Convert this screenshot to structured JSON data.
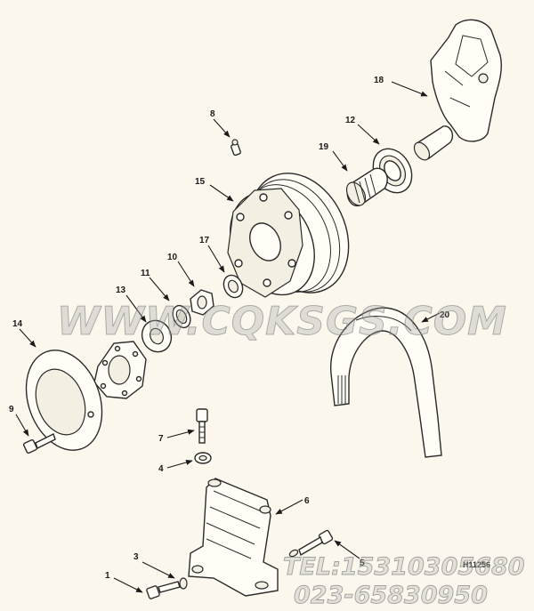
{
  "diagram": {
    "callouts": [
      {
        "id": "c18",
        "text": "18"
      },
      {
        "id": "c12",
        "text": "12"
      },
      {
        "id": "c19",
        "text": "19"
      },
      {
        "id": "c8",
        "text": "8"
      },
      {
        "id": "c15",
        "text": "15"
      },
      {
        "id": "c17",
        "text": "17"
      },
      {
        "id": "c10",
        "text": "10"
      },
      {
        "id": "c11",
        "text": "11"
      },
      {
        "id": "c13",
        "text": "13"
      },
      {
        "id": "c14",
        "text": "14"
      },
      {
        "id": "c20",
        "text": "20"
      },
      {
        "id": "c9",
        "text": "9"
      },
      {
        "id": "c7",
        "text": "7"
      },
      {
        "id": "c4",
        "text": "4"
      },
      {
        "id": "c6",
        "text": "6"
      },
      {
        "id": "c3",
        "text": "3"
      },
      {
        "id": "c1",
        "text": "1"
      },
      {
        "id": "c5",
        "text": "5"
      }
    ],
    "drawing_code": "H11256",
    "watermark": "WWW.CQKSGS.COM",
    "phone_line1": "TEL:15310305680",
    "phone_line2": "023-65830950"
  }
}
